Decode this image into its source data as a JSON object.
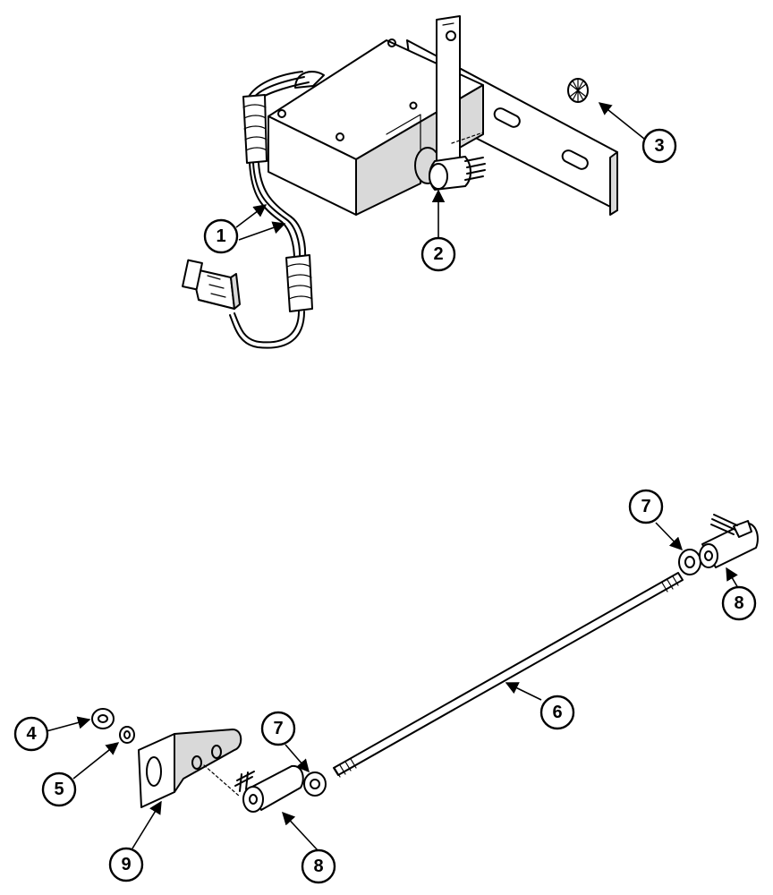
{
  "callouts": [
    {
      "id": "c1",
      "label": "1"
    },
    {
      "id": "c2",
      "label": "2"
    },
    {
      "id": "c3",
      "label": "3"
    },
    {
      "id": "c4",
      "label": "4"
    },
    {
      "id": "c5",
      "label": "5"
    },
    {
      "id": "c6",
      "label": "6"
    },
    {
      "id": "c7a",
      "label": "7"
    },
    {
      "id": "c7b",
      "label": "7"
    },
    {
      "id": "c8a",
      "label": "8"
    },
    {
      "id": "c8b",
      "label": "8"
    },
    {
      "id": "c9",
      "label": "9"
    }
  ]
}
